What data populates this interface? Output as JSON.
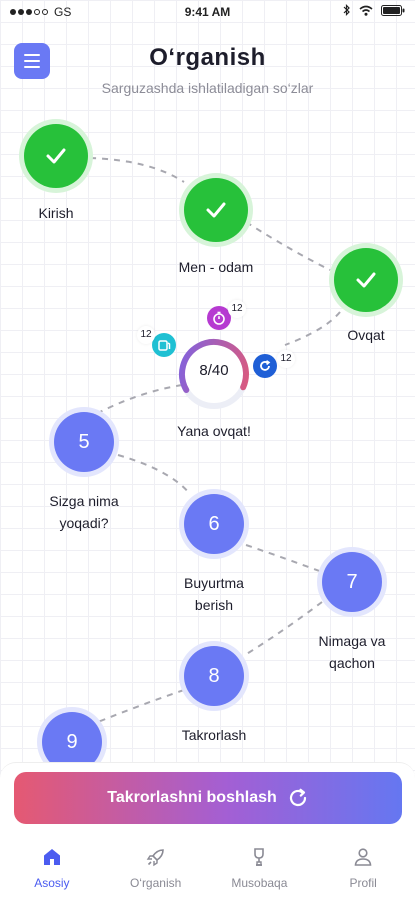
{
  "status_bar": {
    "carrier": "GS",
    "time": "9:41 AM"
  },
  "header": {
    "title": "O‘rganish",
    "subtitle": "Sarguzashda ishlatiladigan so‘zlar"
  },
  "lessons": [
    {
      "id": "kirish",
      "state": "done",
      "label": "Kirish"
    },
    {
      "id": "men-odam",
      "state": "done",
      "label": "Men - odam"
    },
    {
      "id": "ovqat",
      "state": "done",
      "label": "Ovqat"
    },
    {
      "id": "yana-ovqat",
      "state": "current",
      "label": "Yana ovqat!",
      "progress_text": "8/40",
      "progress": {
        "done": 8,
        "total": 40
      }
    },
    {
      "id": "sizga-nima",
      "state": "locked",
      "number": "5",
      "label_lines": [
        "Sizga nima",
        "yoqadi?"
      ]
    },
    {
      "id": "buyurtma",
      "state": "locked",
      "number": "6",
      "label_lines": [
        "Buyurtma",
        "berish"
      ]
    },
    {
      "id": "nimaga",
      "state": "locked",
      "number": "7",
      "label_lines": [
        "Nimaga va",
        "qachon"
      ]
    },
    {
      "id": "takrorlash",
      "state": "locked",
      "number": "8",
      "label": "Takrorlash"
    },
    {
      "id": "ninth",
      "state": "locked",
      "number": "9"
    }
  ],
  "current_badges": {
    "timer": {
      "icon": "stopwatch-icon",
      "count": "12",
      "color": "#b63ad1"
    },
    "cards": {
      "icon": "cards-icon",
      "count": "12",
      "color": "#1fc0d3"
    },
    "repeat": {
      "icon": "refresh-icon",
      "count": "12",
      "color": "#1f5fd6"
    }
  },
  "cta": {
    "label": "Takrorlashni boshlash",
    "icon": "refresh-icon"
  },
  "tabs": [
    {
      "label": "Asosiy",
      "icon": "home-icon",
      "active": true
    },
    {
      "label": "O‘rganish",
      "icon": "rocket-icon",
      "active": false
    },
    {
      "label": "Musobaqa",
      "icon": "trophy-icon",
      "active": false
    },
    {
      "label": "Profil",
      "icon": "user-icon",
      "active": false
    }
  ],
  "colors": {
    "done": "#27c13a",
    "lesson": "#6a79f4",
    "active_tab": "#4b5cf0",
    "gradient_start": "#e55972",
    "gradient_end": "#6577f1"
  }
}
